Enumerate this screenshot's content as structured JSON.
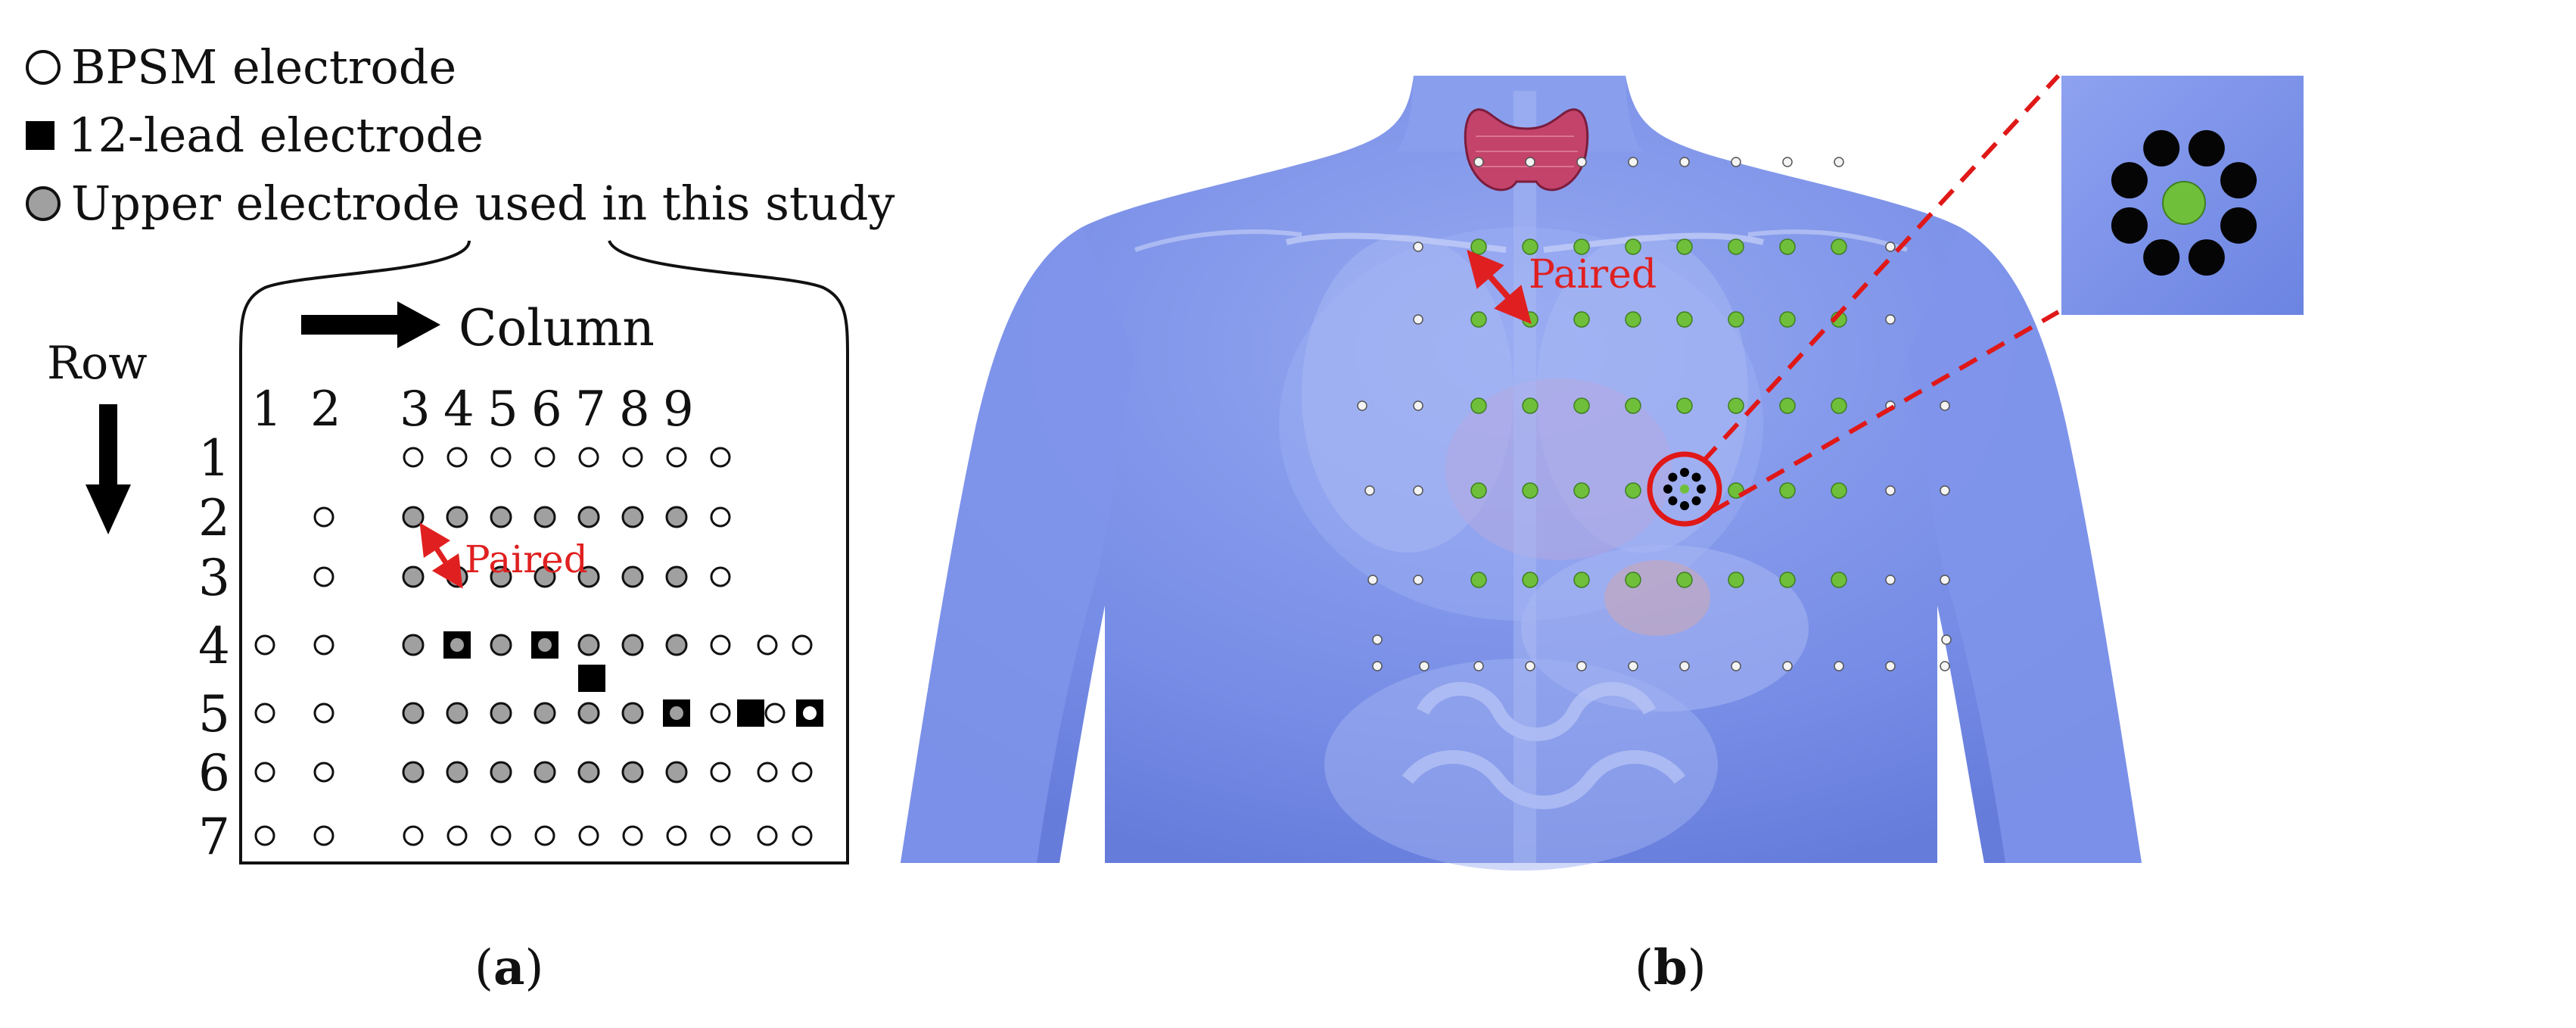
{
  "legend": {
    "bpsm": "BPSM electrode",
    "twelve_lead": "12-lead electrode",
    "upper": "Upper electrode used in this study"
  },
  "panel_a": {
    "column_label": "Column",
    "row_label": "Row",
    "column_numbers": [
      "1",
      "2",
      "3",
      "4",
      "5",
      "6",
      "7",
      "8",
      "9"
    ],
    "row_numbers": [
      "1",
      "2",
      "3",
      "4",
      "5",
      "6",
      "7"
    ],
    "paired_label": "Paired",
    "caption_open": "(",
    "caption_letter": "a",
    "caption_close": ")"
  },
  "panel_b": {
    "paired_label": "Paired",
    "caption_open": "(",
    "caption_letter": "b",
    "caption_close": ")"
  },
  "colors": {
    "ink": "#111111",
    "gray_electrode": "#a0a0a0",
    "paired_red": "#e02020",
    "body_blue": "#6f86e6",
    "green_electrode": "#6fbf3a",
    "inset_bg": "#7b92ee"
  }
}
